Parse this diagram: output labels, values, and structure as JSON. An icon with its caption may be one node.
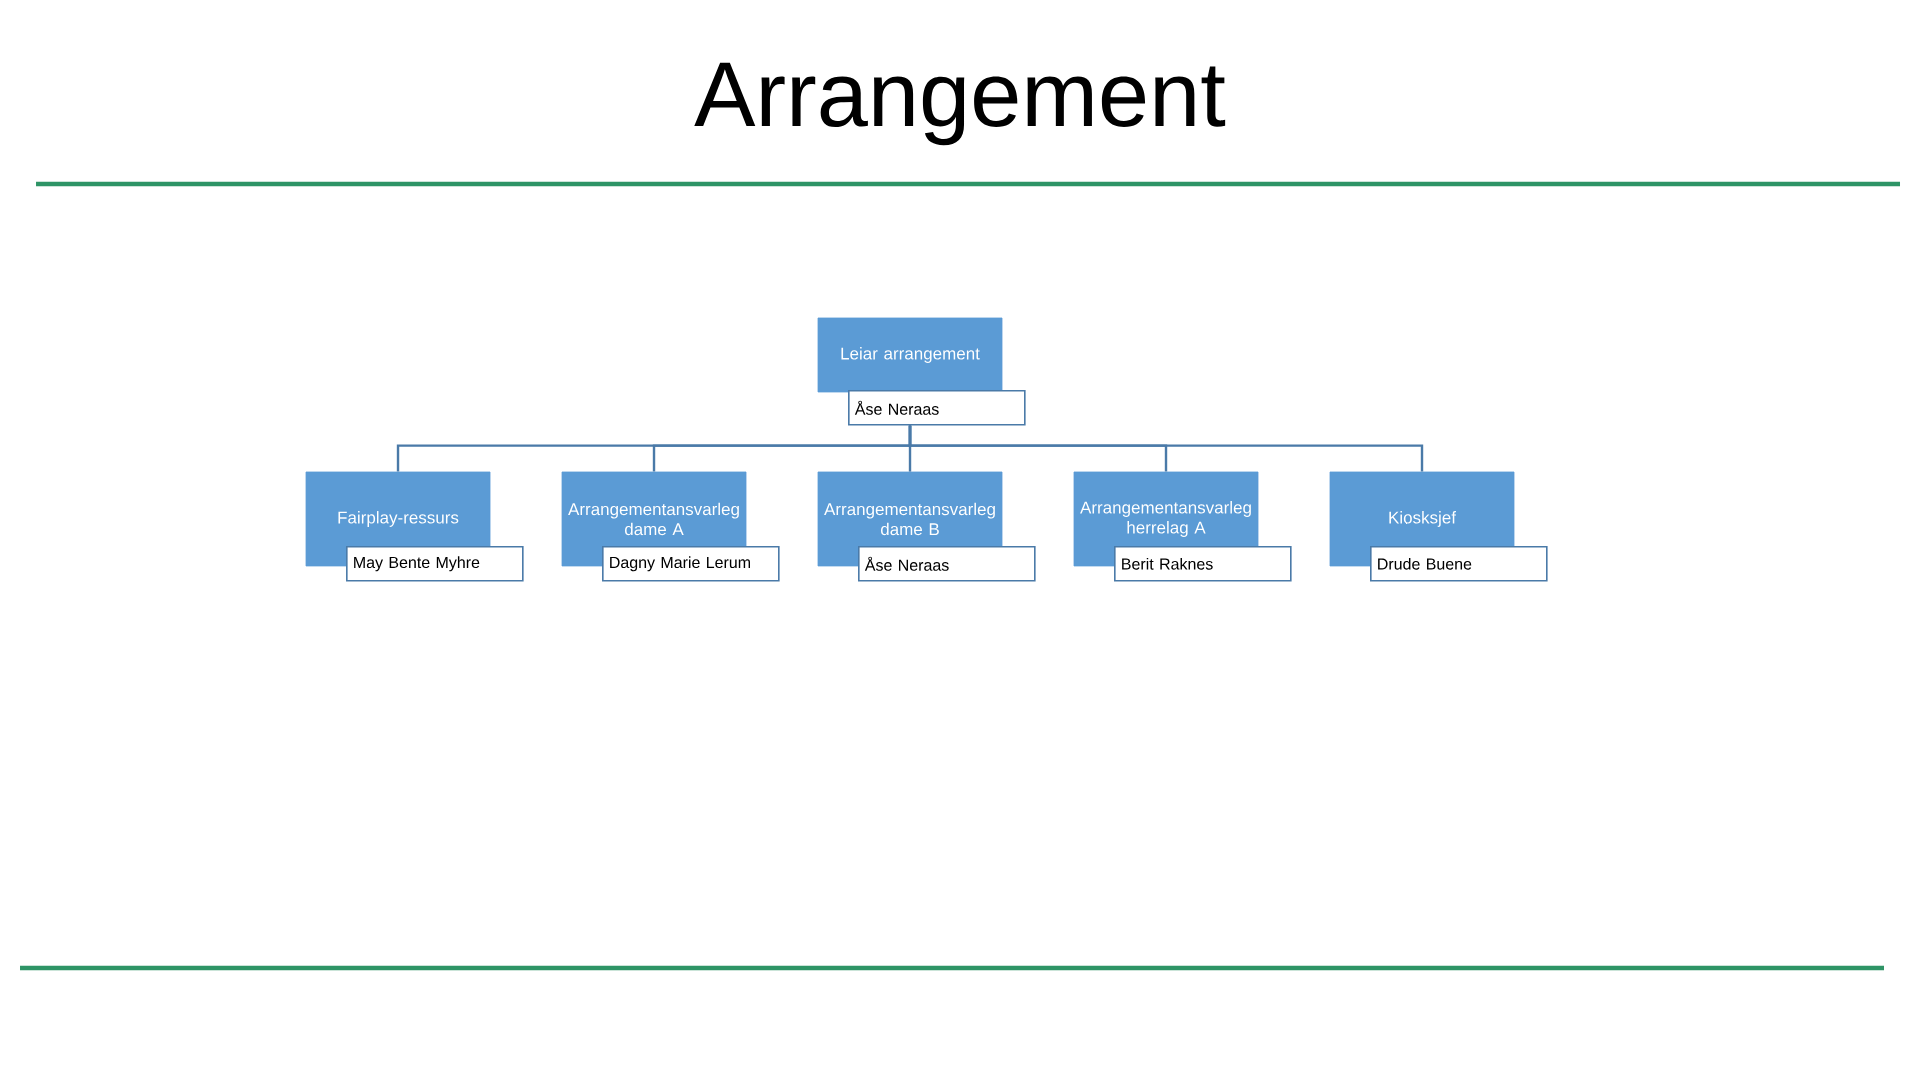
{
  "diagram": {
    "title": "Arrangement",
    "nodes": [
      {
        "text": [
          "Leiar arrangement",
          "Åse Neraas"
        ]
      },
      {
        "text": [
          "Fairplay-ressurs",
          "May Bente Myhre"
        ]
      },
      {
        "text": [
          "Arrangementansvarleg dame A",
          "Dagny Marie Lerum"
        ]
      },
      {
        "text": [
          "Arrangementansvarleg dame B",
          "Åse Neraas"
        ]
      },
      {
        "text": [
          "Arrangementansvarleg herrelag A",
          "Berit Raknes"
        ]
      },
      {
        "text": [
          "Kiosksjef",
          "Drude Buene"
        ]
      }
    ],
    "edges": [
      {
        "from": 0,
        "to": 1,
        "arrow": "none"
      },
      {
        "from": 0,
        "to": 2,
        "arrow": "none"
      },
      {
        "from": 0,
        "to": 3,
        "arrow": "none"
      },
      {
        "from": 0,
        "to": 4,
        "arrow": "none"
      },
      {
        "from": 0,
        "to": 5,
        "arrow": "none"
      }
    ]
  }
}
